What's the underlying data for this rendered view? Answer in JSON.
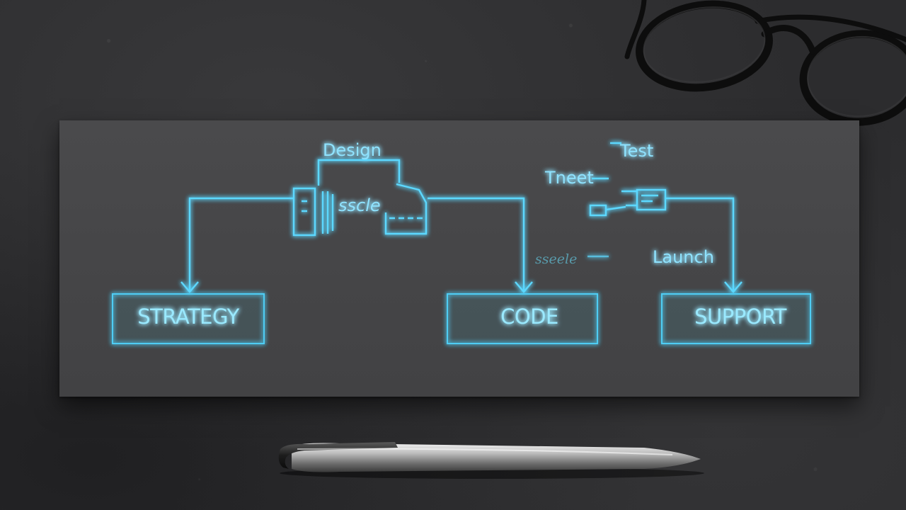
{
  "diagram": {
    "top_labels": {
      "design": "Design",
      "test": "Test",
      "meet": "Tneet",
      "launch": "Launch",
      "scribble_center": "sscle",
      "scribble_mid": "sseele"
    },
    "boxes": [
      {
        "label": "STRATEGY"
      },
      {
        "label": "CODE"
      },
      {
        "label": "SUPPORT"
      }
    ]
  },
  "colors": {
    "background": "#2c2c2e",
    "paper": "#464648",
    "neon": "#5cd8ff"
  },
  "objects": [
    "eyeglasses",
    "pen"
  ]
}
